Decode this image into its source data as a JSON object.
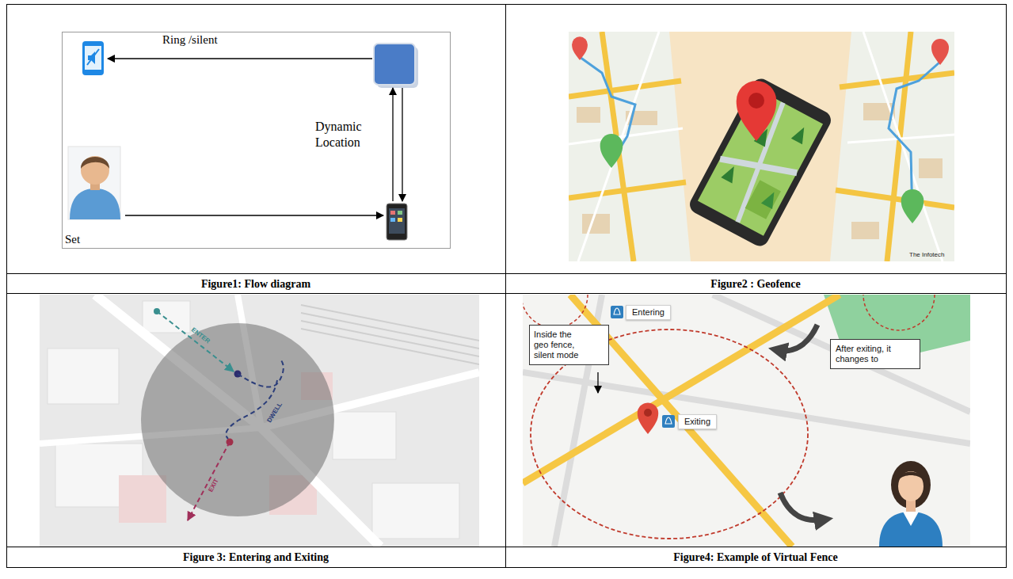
{
  "diagram": {
    "nodes": [
      {
        "text": [
          "Entering"
        ]
      },
      {
        "text": [
          "Inside the geo fence, silent mode"
        ]
      },
      {
        "text": [
          "After exiting, it changes to"
        ]
      },
      {
        "text": [
          "Exiting"
        ]
      }
    ],
    "labels": [
      "Ring /silent",
      "Dynamic Location",
      "Set",
      "Figure1: Flow diagram",
      "The Infotech",
      "Figure2 : Geofence",
      "ENTER",
      "DWELL",
      "EXIT",
      "Figure 3: Entering and Exiting",
      "Figure4: Example of Virtual Fence"
    ]
  }
}
